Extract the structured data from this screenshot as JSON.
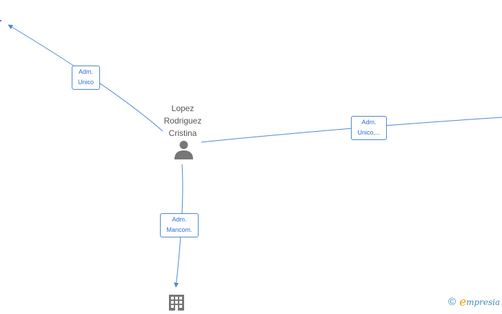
{
  "node": {
    "name_lines": [
      "Lopez",
      "Rodriguez",
      "Cristina"
    ],
    "icon": "person-icon"
  },
  "edges": [
    {
      "label_lines": [
        "Adm.",
        "Unico"
      ],
      "direction": "to-top-left"
    },
    {
      "label_lines": [
        "Adm.",
        "Unico,..."
      ],
      "direction": "to-right"
    },
    {
      "label_lines": [
        "Adm.",
        "Mancom."
      ],
      "direction": "to-bottom"
    }
  ],
  "targets": {
    "bottom_icon": "building-icon"
  },
  "footer": {
    "copyright_symbol": "©",
    "brand_initial": "e",
    "brand_rest": "mpresia"
  },
  "colors": {
    "edge": "#4a86d4",
    "label_text": "#2f6fc9",
    "icon": "#777777",
    "brand_orange": "#f0a000",
    "brand_blue": "#3c8dbc"
  }
}
